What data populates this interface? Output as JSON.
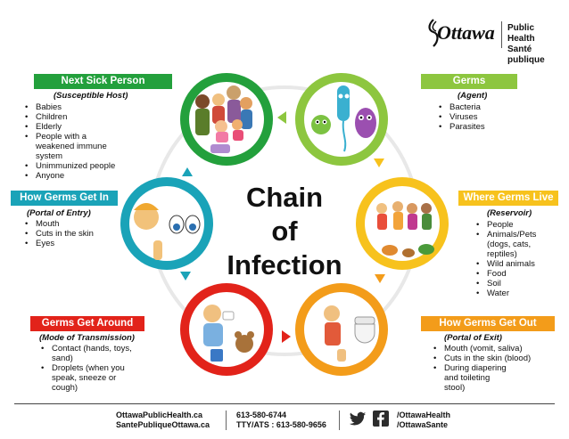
{
  "header": {
    "brand": "Ottawa",
    "dept_en": "Public Health",
    "dept_fr": "Santé publique"
  },
  "center": {
    "line1": "Chain",
    "line2": "of",
    "line3": "Infection"
  },
  "stages": {
    "next_sick": {
      "label": "Next Sick Person",
      "subtitle": "(Susceptible Host)",
      "items": [
        "Babies",
        "Children",
        "Elderly",
        "People with a",
        "weakened immune",
        "system",
        "Unimmunized people",
        "Anyone"
      ],
      "color": "#23a03c"
    },
    "germs": {
      "label": "Germs",
      "subtitle": "(Agent)",
      "items": [
        "Bacteria",
        "Viruses",
        "Parasites"
      ],
      "color": "#8dc63f"
    },
    "where_live": {
      "label": "Where Germs Live",
      "subtitle": "(Reservoir)",
      "items": [
        "People",
        "Animals/Pets",
        "(dogs, cats,",
        "reptiles)",
        "Wild animals",
        "Food",
        "Soil",
        "Water"
      ],
      "color": "#f7c21d"
    },
    "get_out": {
      "label": "How Germs Get Out",
      "subtitle": "(Portal of Exit)",
      "items": [
        "Mouth (vomit, saliva)",
        "Cuts in the skin (blood)",
        "During diapering",
        "and toileting",
        "stool)"
      ],
      "color": "#f39c1a"
    },
    "get_around": {
      "label": "Germs Get Around",
      "subtitle": "(Mode of Transmission)",
      "items": [
        "Contact (hands, toys,",
        "sand)",
        "Droplets (when you",
        "speak, sneeze or",
        "cough)"
      ],
      "color": "#e2231a"
    },
    "get_in": {
      "label": "How Germs Get In",
      "subtitle": "(Portal of Entry)",
      "items": [
        "Mouth",
        "Cuts in the skin",
        "Eyes"
      ],
      "color": "#1aa3b8"
    }
  },
  "footer": {
    "site_en": "OttawaPublicHealth.ca",
    "site_fr": "SantePubliqueOttawa.ca",
    "phone": "613-580-6744",
    "tty": "TTY/ATS : 613-580-9656",
    "twitter_en": "/OttawaHealth",
    "twitter_fr": "/OttawaSante"
  }
}
